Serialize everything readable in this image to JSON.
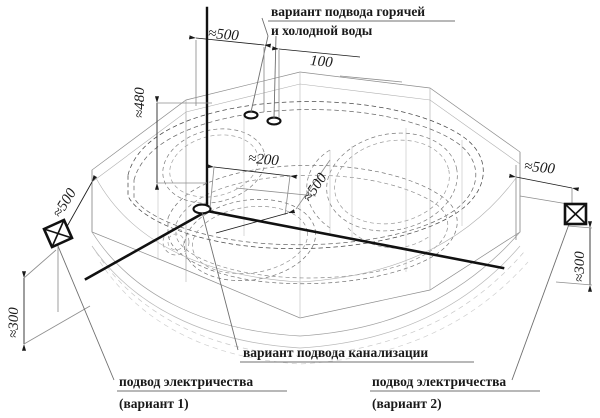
{
  "drawing": {
    "kind": "corner-bathtub-installation-diagram",
    "background_color": "#ffffff",
    "line_color": "#1a1a1a",
    "faint_line_color": "#8a8a8a",
    "dashed_line_color": "#5a5a5a"
  },
  "annotations": {
    "water_supply_line1": "вариант подвода горячей",
    "water_supply_line2": "и холодной воды",
    "sewer_supply": "вариант подвода канализации",
    "electric_left_line1": "подвод электричества",
    "electric_left_line2": "(вариант 1)",
    "electric_right_line1": "подвод электричества",
    "electric_right_line2": "(вариант 2)"
  },
  "dimensions": {
    "top_left_500": "≈500",
    "top_100": "100",
    "height_480": "≈480",
    "center_200": "≈200",
    "center_500": "≈500",
    "left_500": "≈500",
    "left_300": "≈300",
    "right_500": "≈500",
    "right_300": "≈300"
  },
  "symbols": {
    "outlet_left": "electrical-outlet-icon",
    "outlet_right": "electrical-outlet-icon",
    "hot_water_port": "pipe-port-icon",
    "cold_water_port": "pipe-port-icon",
    "drain_port": "drain-port-icon"
  }
}
